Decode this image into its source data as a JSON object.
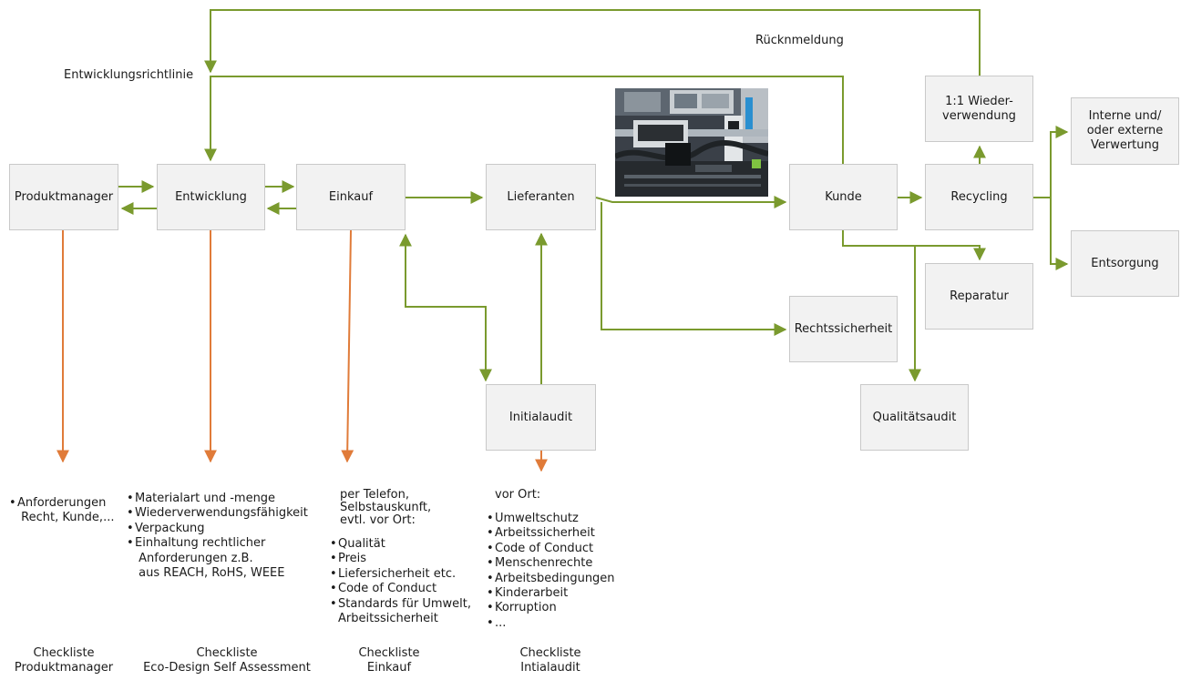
{
  "labels": {
    "ruecknmeldung": "Rücknmeldung",
    "entwicklungsrichtlinie": "Entwicklungsrichtlinie"
  },
  "boxes": {
    "produktmanager": "Produktmanager",
    "entwicklung": "Entwicklung",
    "einkauf": "Einkauf",
    "lieferanten": "Lieferanten",
    "initialaudit": "Initialaudit",
    "kunde": "Kunde",
    "recycling": "Recycling",
    "wiederverwendung": "1:1 Wieder-\nverwendung",
    "verwertung": "Interne und/\noder externe\nVerwertung",
    "entsorgung": "Entsorgung",
    "reparatur": "Reparatur",
    "rechtssicherheit": "Rechtssicherheit",
    "qualitaetsaudit": "Qualitätsaudit"
  },
  "lists": {
    "produktmanager": [
      "Anforderungen\n Recht, Kunde,..."
    ],
    "entwicklung": [
      "Materialart und -menge",
      "Wiederverwendungsfähigkeit",
      "Verpackung",
      "Einhaltung rechtlicher\n Anforderungen z.B.\n aus REACH, RoHS, WEEE"
    ],
    "einkauf_intro": "per Telefon,\nSelbstauskunft,\nevtl. vor Ort:",
    "einkauf": [
      "Qualität",
      "Preis",
      "Liefersicherheit etc.",
      "Code of Conduct",
      "Standards für Umwelt,\nArbeitssicherheit"
    ],
    "initialaudit_intro": "vor Ort:",
    "initialaudit": [
      "Umweltschutz",
      "Arbeitssicherheit",
      "Code of Conduct",
      "Menschenrechte",
      "Arbeitsbedingungen",
      "Kinderarbeit",
      "Korruption",
      "..."
    ]
  },
  "checklists": {
    "produktmanager": "Checkliste\nProduktmanager",
    "entwicklung": "Checkliste\nEco-Design Self Assessment",
    "einkauf": "Checkliste\nEinkauf",
    "initialaudit": "Checkliste\nIntialaudit"
  },
  "colors": {
    "flow_arrow": "#7a9a2e",
    "checklist_arrow": "#e07b39",
    "box_fill": "#f2f2f2",
    "box_border": "#c9c9c9"
  },
  "image": {
    "icon": "factory-production-line-photo"
  }
}
